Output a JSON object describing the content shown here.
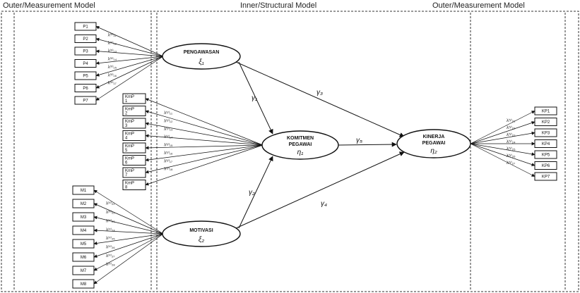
{
  "regions": {
    "left_title": "Outer/Measurement Model",
    "center_title": "Inner/Structural Model",
    "right_title": "Outer/Measurement Model"
  },
  "latent_variables": {
    "pengawasan": {
      "name": "PENGAWASAN",
      "symbol": "ξ₁"
    },
    "motivasi": {
      "name": "MOTIVASI",
      "symbol": "ξ₂"
    },
    "komitmen": {
      "name_line1": "KOMITMEN",
      "name_line2": "PEGAWAI",
      "symbol": "η₁"
    },
    "kinerja": {
      "name_line1": "KINERJA",
      "name_line2": "PEGAWAI",
      "symbol": "η₂"
    }
  },
  "indicators": {
    "pengawasan": [
      "P1",
      "P2",
      "P3",
      "P4",
      "P5",
      "P6",
      "P7"
    ],
    "komitmen": [
      [
        "KmP",
        "1"
      ],
      [
        "KmP",
        "2"
      ],
      [
        "KmP",
        "3"
      ],
      [
        "KmP",
        "4"
      ],
      [
        "KmP",
        "5"
      ],
      [
        "KmP",
        "6"
      ],
      [
        "KmP",
        "7"
      ],
      [
        "KmP",
        "8"
      ]
    ],
    "motivasi": [
      "M1",
      "M2",
      "M3",
      "M4",
      "M5",
      "M6",
      "M7",
      "M8"
    ],
    "kinerja": [
      "KP1",
      "KP2",
      "KP3",
      "KP4",
      "KP5",
      "KP6",
      "KP7"
    ]
  },
  "loadings": {
    "pengawasan": [
      "λ⁽ˣ⁾₁₁",
      "λ⁽ˣ⁾₁₂",
      "λ⁽ˣ⁾₁₃",
      "λ⁽ˣ⁾₁₄",
      "λ⁽ˣ⁾₁₅",
      "λ⁽ˣ⁾₁₆",
      "λ⁽ˣ⁾₁₇"
    ],
    "komitmen": [
      "λ⁽ʸ⁾₁₁",
      "λ⁽ʸ⁾₁₂",
      "λ⁽ʸ⁾₁₃",
      "λ⁽ʸ⁾₁₄",
      "λ⁽ʸ⁾₁₅",
      "λ⁽ʸ⁾₁₆",
      "λ⁽ʸ⁾₁₇",
      "λ⁽ʸ⁾₁₈"
    ],
    "motivasi": [
      "λ⁽ˣ⁾₂₁",
      "λ⁽ˣ⁾₂₂",
      "λ⁽ˣ⁾₂₃",
      "λ⁽ˣ⁾₂₄",
      "λ⁽ˣ⁾₂₅",
      "λ⁽ˣ⁾₂₆",
      "λ⁽ˣ⁾₂₇",
      "λ⁽ˣ⁾₂₈"
    ],
    "kinerja": [
      "λ⁽ʸ⁾₂₁",
      "λ⁽ʸ⁾₂₂",
      "λ⁽ʸ⁾₂₃",
      "λ⁽ʸ⁾₂₄",
      "λ⁽ʸ⁾₂₅",
      "λ⁽ʸ⁾₂₆",
      "λ⁽ʸ⁾₂₇"
    ]
  },
  "paths": {
    "gamma1": "γ₁",
    "gamma2": "γ₂",
    "gamma3": "γ₃",
    "gamma4": "γ₄",
    "beta": "γ₅"
  }
}
